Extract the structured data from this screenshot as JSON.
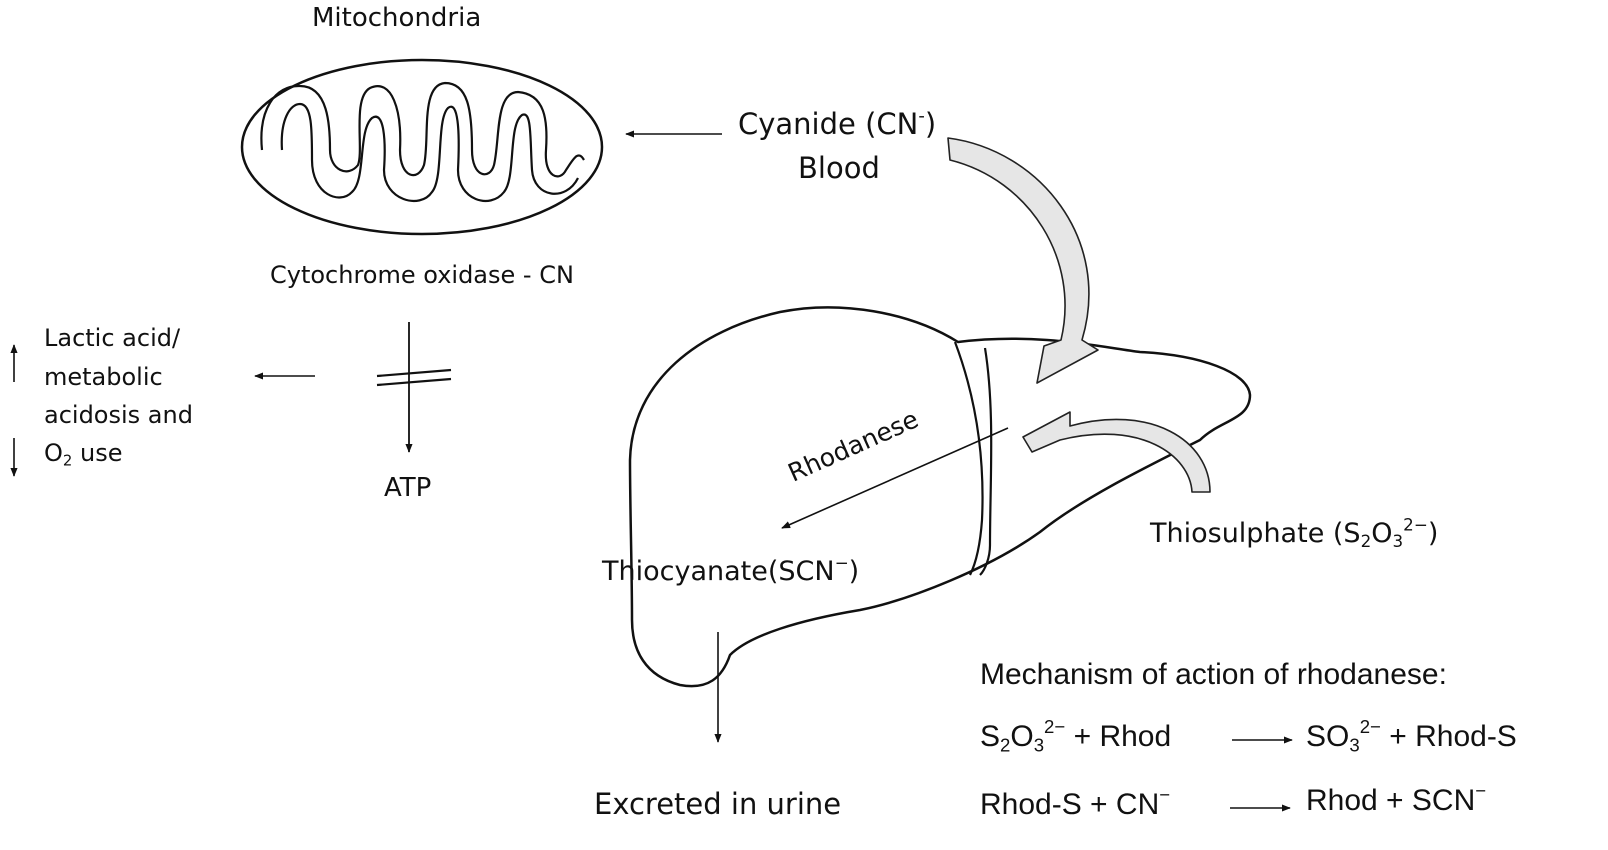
{
  "diagram": {
    "mitochondria_title": "Mitochondria",
    "cyanide": {
      "line1_prefix": "Cyanide (CN",
      "line1_sup": "-",
      "line1_suffix": ")",
      "line2": "Blood"
    },
    "cytochrome": "Cytochrome oxidase - CN",
    "effects": {
      "line1": "Lactic acid/",
      "line2": "metabolic",
      "line3": "acidosis and",
      "line4_prefix": "O",
      "line4_sub": "2",
      "line4_suffix": " use"
    },
    "atp": "ATP",
    "rhodanese": "Rhodanese",
    "thiocyanate": {
      "text": "Thiocyanate(SCN",
      "sup": "−",
      "close": ")"
    },
    "thiosulphate": {
      "text": "Thiosulphate (S",
      "sub1": "2",
      "o": "O",
      "sub2": "3",
      "sup": "2−",
      "close": ")"
    },
    "excreted": "Excreted in urine"
  },
  "mechanism": {
    "title": "Mechanism of action of rhodanese:",
    "eq1": {
      "lhs_s": "S",
      "lhs_sub1": "2",
      "lhs_o": "O",
      "lhs_sub2": "3",
      "lhs_sup": "2−",
      "lhs_rest": " + Rhod",
      "rhs_so": "SO",
      "rhs_sub": "3",
      "rhs_sup": "2−",
      "rhs_rest": " + Rhod-S"
    },
    "eq2": {
      "lhs": "Rhod-S + CN",
      "lhs_sup": "−",
      "rhs": "Rhod + SCN",
      "rhs_sup": "−"
    }
  }
}
